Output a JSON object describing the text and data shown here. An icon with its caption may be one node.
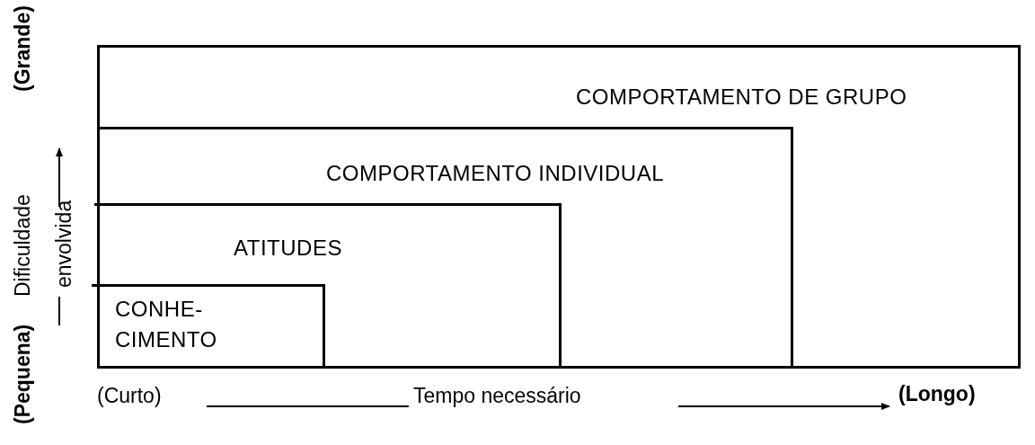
{
  "diagram": {
    "nodes": [
      {
        "text": [
          "COMPORTAMENTO DE GRUPO"
        ]
      },
      {
        "text": [
          "COMPORTAMENTO INDIVIDUAL"
        ],
        "in": 0
      },
      {
        "text": [
          "ATITUDES"
        ],
        "in": 1
      },
      {
        "text": [
          "CONHE- CIMENTO"
        ],
        "in": 2
      }
    ],
    "labels": [
      "(Grande)",
      "Dificuldade",
      "envolvida",
      "(Pequena)",
      "(Curto)",
      "Tempo necessário",
      "(Longo)"
    ]
  }
}
